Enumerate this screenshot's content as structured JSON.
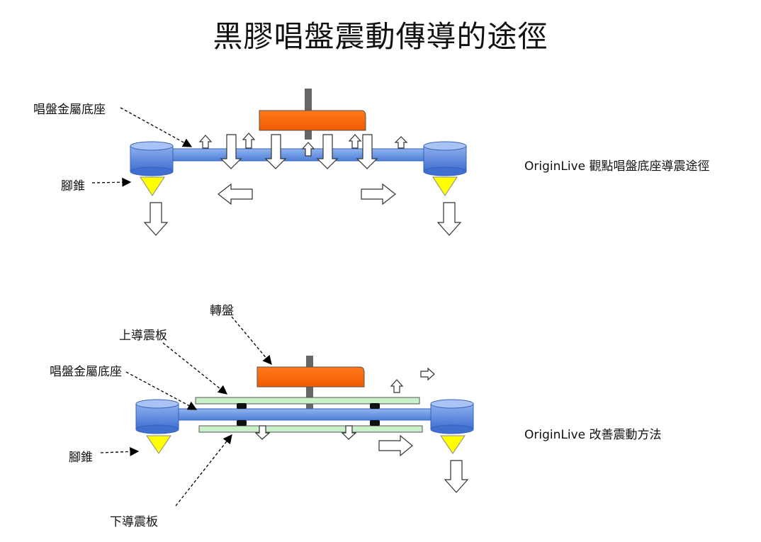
{
  "title": "黑膠唱盤震動傳導的途徑",
  "top_diagram": {
    "label_base": "唱盤金屬底座",
    "label_feet": "腳錐",
    "caption": "OriginLive  觀點唱盤底座導震途徑"
  },
  "bottom_diagram": {
    "label_platter": "轉盤",
    "label_upper_plate": "上導震板",
    "label_base": "唱盤金屬底座",
    "label_feet": "腳錐",
    "label_lower_plate": "下導震板",
    "caption": "OriginLive  改善震動方法"
  },
  "colors": {
    "platter": "#ff6600",
    "base": "#6f9ee3",
    "feet_cylinder": "#5b86d9",
    "cone": "#ffff00",
    "plate": "#c9f0c9",
    "spindle": "#666666"
  }
}
